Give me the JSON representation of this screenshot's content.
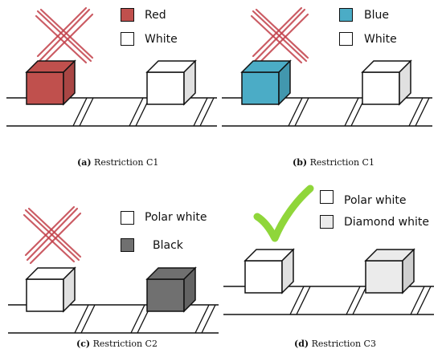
{
  "panels": [
    {
      "id": "a",
      "mark": "cross",
      "legend": [
        {
          "label": "Red",
          "color": "#c0504d"
        },
        {
          "label": "White",
          "color": "#ffffff"
        }
      ],
      "left_box_color": "#c0504d",
      "right_box_color": "#ffffff",
      "caption_letter": "(a)",
      "caption_text": "Restriction C1"
    },
    {
      "id": "b",
      "mark": "cross",
      "legend": [
        {
          "label": "Blue",
          "color": "#4bacc6"
        },
        {
          "label": "White",
          "color": "#ffffff"
        }
      ],
      "left_box_color": "#4bacc6",
      "right_box_color": "#ffffff",
      "caption_letter": "(b)",
      "caption_text": "Restriction C1"
    },
    {
      "id": "c",
      "mark": "cross",
      "legend": [
        {
          "label": "Polar white",
          "color": "#ffffff"
        },
        {
          "label": "Black",
          "color": "#707070"
        }
      ],
      "left_box_color": "#ffffff",
      "right_box_color": "#707070",
      "caption_letter": "(c)",
      "caption_text": "Restriction C2"
    },
    {
      "id": "d",
      "mark": "check",
      "legend": [
        {
          "label": "Polar white",
          "color": "#ffffff"
        },
        {
          "label": "Diamond white",
          "color": "#ebebeb"
        }
      ],
      "left_box_color": "#ffffff",
      "right_box_color": "#ebebeb",
      "caption_letter": "(d)",
      "caption_text": "Restriction C3"
    }
  ],
  "colors": {
    "cross": "#c2404a",
    "check": "#8fd63a",
    "line": "#111111"
  }
}
